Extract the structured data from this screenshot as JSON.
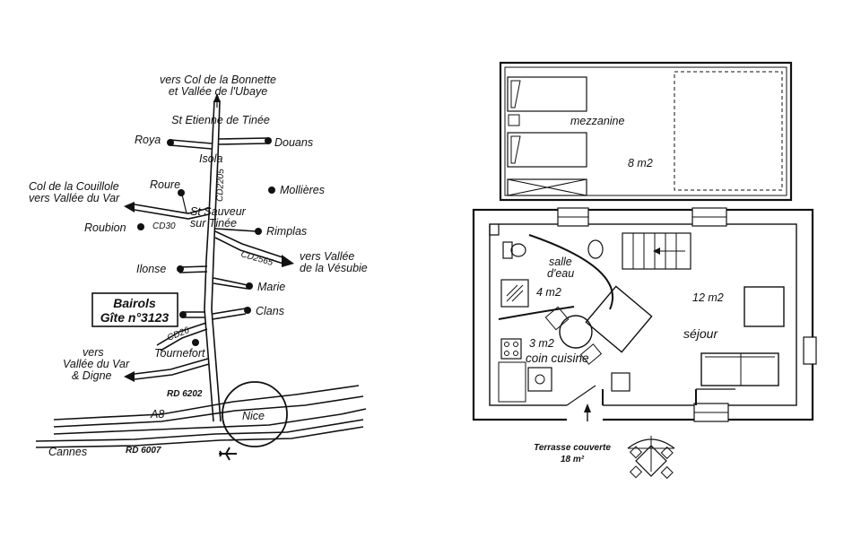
{
  "map": {
    "labels": {
      "north_dest_1": "vers Col de la Bonnette",
      "north_dest_2": "et Vallée de l'Ubaye",
      "st_etienne": "St Etienne de Tinée",
      "roya": "Roya",
      "douans": "Douans",
      "isola": "Isola",
      "cd2205": "CD2205",
      "mollieres": "Mollières",
      "col_couillole_1": "Col de la Couillole",
      "col_couillole_2": "vers Vallée du Var",
      "roure": "Roure",
      "st_sauveur_1": "St Sauveur",
      "st_sauveur_2": "sur Tinée",
      "roubion": "Roubion",
      "cd30": "CD30",
      "rimplas": "Rimplas",
      "cd2565": "CD2565",
      "vesubie_1": "vers Vallée",
      "vesubie_2": "de la Vésubie",
      "ilonse": "Ilonse",
      "marie": "Marie",
      "bairols_1": "Bairols",
      "bairols_2": "Gîte n°3123",
      "clans": "Clans",
      "cd26": "CD26",
      "var_digne_1": "vers",
      "var_digne_2": "Vallée du Var",
      "var_digne_3": "& Digne",
      "tournefort": "Tournefort",
      "rd6202": "RD 6202",
      "a8": "A8",
      "nice": "Nice",
      "cannes": "Cannes",
      "rd6007": "RD 6007"
    },
    "icons": {
      "airport": "airplane-icon",
      "village": "dot-marker-icon",
      "direction": "arrow-icon"
    }
  },
  "plan": {
    "mezzanine_label": "mezzanine",
    "mezzanine_area": "8 m2",
    "salle_label_1": "salle",
    "salle_label_2": "d'eau",
    "salle_area": "4 m2",
    "sejour_area": "12 m2",
    "sejour_label": "séjour",
    "cuisine_area": "3 m2",
    "cuisine_label": "coin cuisine",
    "terrasse_label": "Terrasse couverte",
    "terrasse_area": "18 m²"
  }
}
